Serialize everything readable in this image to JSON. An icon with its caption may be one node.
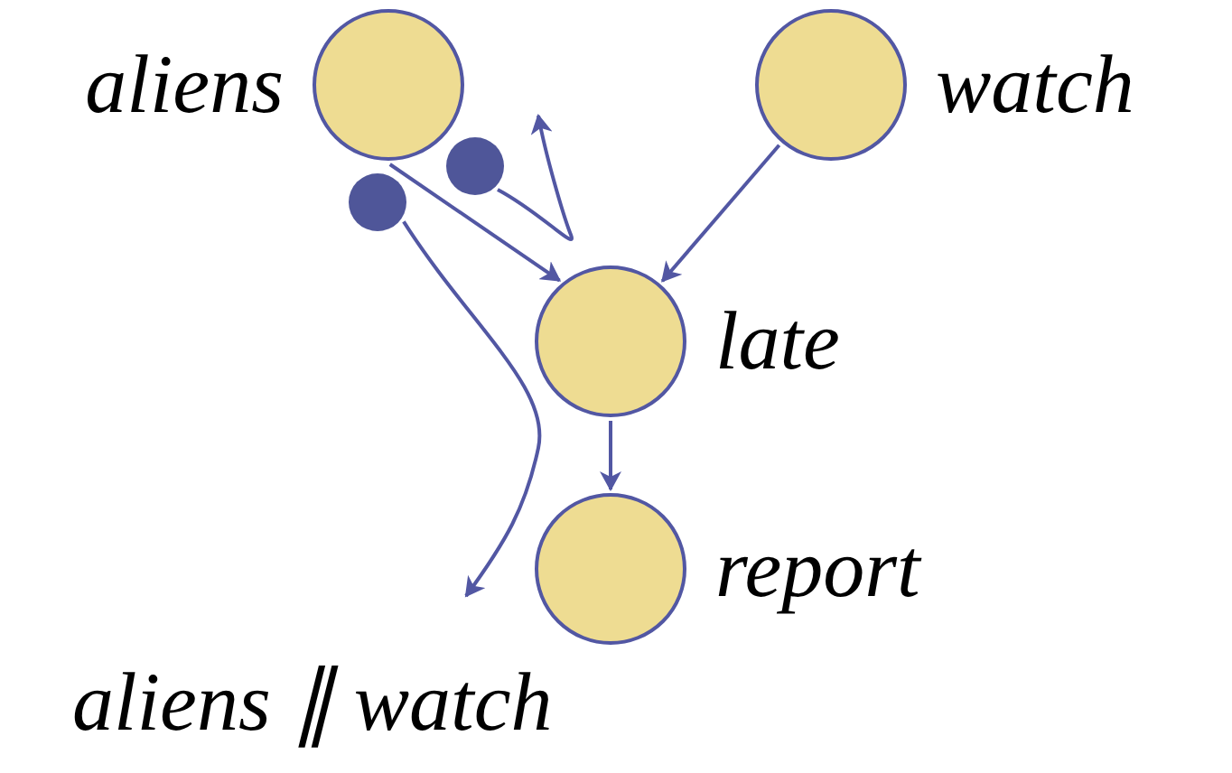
{
  "diagram": {
    "nodes": [
      {
        "text": [
          "aliens"
        ]
      },
      {
        "text": [
          "watch"
        ]
      },
      {
        "text": [
          "late"
        ]
      },
      {
        "text": [
          "report"
        ]
      },
      {
        "text": [],
        "shape": "circle"
      },
      {
        "text": [],
        "shape": "circle"
      }
    ],
    "edges": [
      {
        "from": 0,
        "to": 2,
        "arrow": "to"
      },
      {
        "from": 1,
        "to": 2,
        "arrow": "to"
      },
      {
        "from": 2,
        "to": 3,
        "arrow": "to"
      },
      {
        "from": 4,
        "to": null,
        "arrow": "to"
      },
      {
        "from": 5,
        "to": null,
        "arrow": "to"
      }
    ],
    "labels": [
      "aliens ∥ watch"
    ]
  }
}
